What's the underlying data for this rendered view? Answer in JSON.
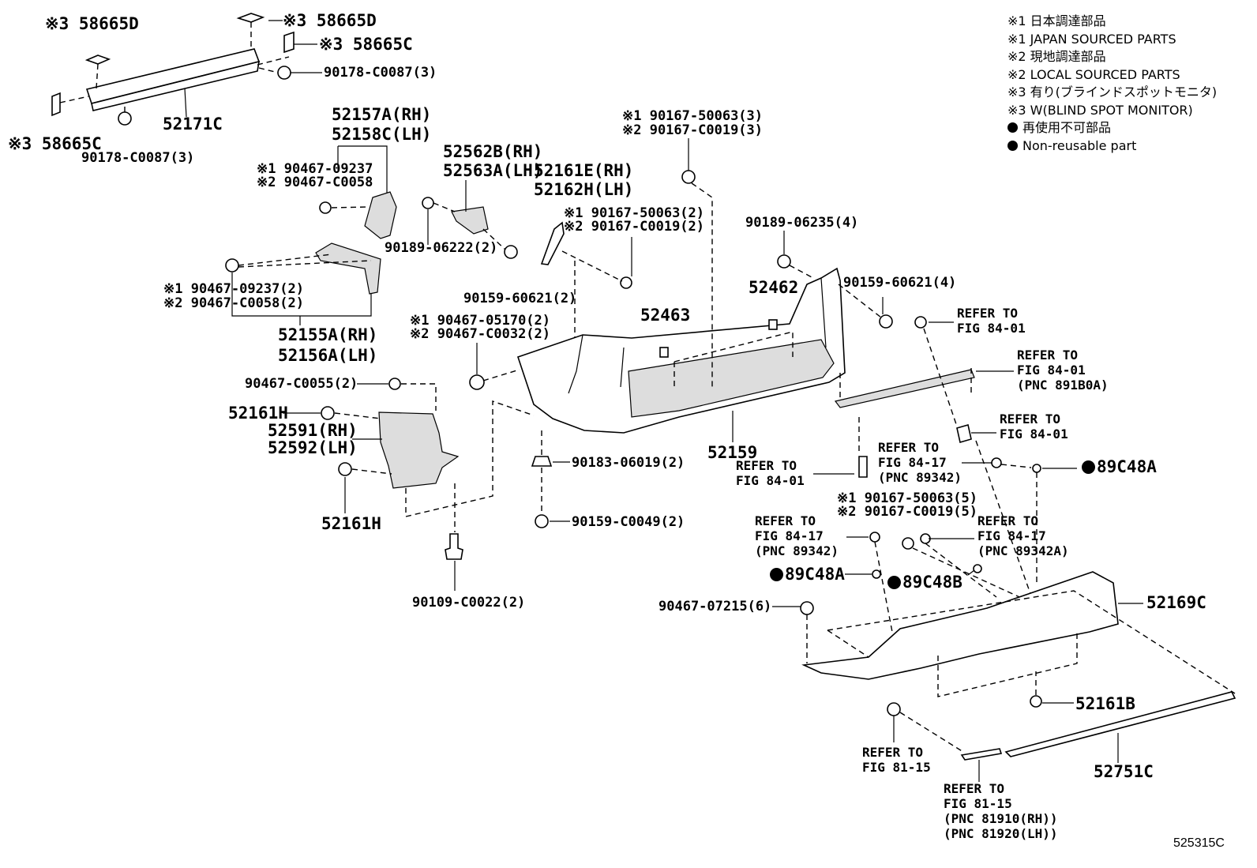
{
  "legend": {
    "l1": "※1 日本調達部品",
    "l2": "※1 JAPAN SOURCED PARTS",
    "l3": "※2 現地調達部品",
    "l4": "※2 LOCAL SOURCED PARTS",
    "l5": "※3 有り(ブラインドスポットモニタ)",
    "l6": "※3 W(BLIND SPOT MONITOR)",
    "l7": "再使用不可部品",
    "l8": "Non-reusable part"
  },
  "labels": {
    "p58665d_a": "※3 58665D",
    "p58665d_b": "※3 58665D",
    "p58665c_a": "※3 58665C",
    "p58665c_b": "※3 58665C",
    "p90178_a": "90178-C0087(3)",
    "p90178_b": "90178-C0087(3)",
    "p52171c": "52171C",
    "p52157a": "52157A(RH)",
    "p52158c": "52158C(LH)",
    "p90467_09237": "※1 90467-09237",
    "p90467_c0058": "※2 90467-C0058",
    "p90467_09237_2": "※1 90467-09237(2)",
    "p90467_c0058_2": "※2 90467-C0058(2)",
    "p52155a": "52155A(RH)",
    "p52156a": "52156A(LH)",
    "p52562b": "52562B(RH)",
    "p52563a": "52563A(LH)",
    "p52161e": "52161E(RH)",
    "p52162h": "52162H(LH)",
    "p90189_06222": "90189-06222(2)",
    "p90159_60621_2": "90159-60621(2)",
    "p90167_50063_2": "※1 90167-50063(2)",
    "p90167_c0019_2": "※2 90167-C0019(2)",
    "p90167_50063_3": "※1 90167-50063(3)",
    "p90167_c0019_3": "※2 90167-C0019(3)",
    "p90189_06235": "90189-06235(4)",
    "p52462": "52462",
    "p90159_60621_4": "90159-60621(4)",
    "p52463": "52463",
    "p90467_05170": "※1 90467-05170(2)",
    "p90467_c0032": "※2 90467-C0032(2)",
    "p90467_c0055": "90467-C0055(2)",
    "p52161h_a": "52161H",
    "p52161h_b": "52161H",
    "p52591": "52591(RH)",
    "p52592": "52592(LH)",
    "p90183": "90183-06019(2)",
    "p90159_c0049": "90159-C0049(2)",
    "p90109": "90109-C0022(2)",
    "p52159": "52159",
    "p89c48a_a": "89C48A",
    "p89c48a_b": "89C48A",
    "p89c48b": "89C48B",
    "p90167_50063_5": "※1 90167-50063(5)",
    "p90167_c0019_5": "※2 90167-C0019(5)",
    "p90467_07215": "90467-07215(6)",
    "p52169c": "52169C",
    "p52161b": "52161B",
    "p52751c": "52751C",
    "code": "525315C"
  },
  "refs": {
    "r1": [
      "REFER TO",
      "FIG 84-01"
    ],
    "r2": [
      "REFER TO",
      "FIG 84-01",
      "(PNC 891B0A)"
    ],
    "r3": [
      "REFER TO",
      "FIG 84-01"
    ],
    "r4": [
      "REFER TO",
      "FIG 84-17",
      "(PNC 89342)"
    ],
    "r5": [
      "REFER TO",
      "FIG 84-01"
    ],
    "r6": [
      "REFER TO",
      "FIG 84-17",
      "(PNC 89342)"
    ],
    "r7": [
      "REFER TO",
      "FIG 84-17",
      "(PNC 89342A)"
    ],
    "r8": [
      "REFER TO",
      "FIG 81-15"
    ],
    "r9": [
      "REFER TO",
      "FIG 81-15",
      "(PNC 81910(RH))",
      "(PNC 81920(LH))"
    ]
  }
}
